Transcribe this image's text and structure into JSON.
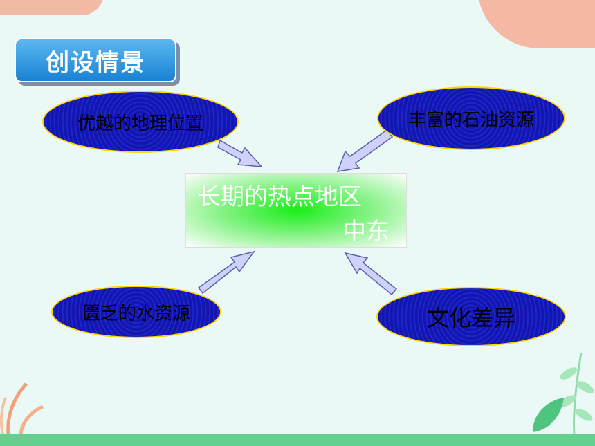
{
  "title": "创设情景",
  "center": {
    "line1": "长期的热点地区",
    "line2": "中东"
  },
  "nodes": [
    {
      "label": "优越的地理位置"
    },
    {
      "label": "丰富的石油资源"
    },
    {
      "label": "匮乏的水资源"
    },
    {
      "label": "文化差异"
    }
  ],
  "colors": {
    "ellipse_fill": "#1414b0",
    "ellipse_border": "#ffd400",
    "center_fill": "#18ee18",
    "badge": "#1a82d4",
    "arrow_fill": "#cfd2f8"
  }
}
